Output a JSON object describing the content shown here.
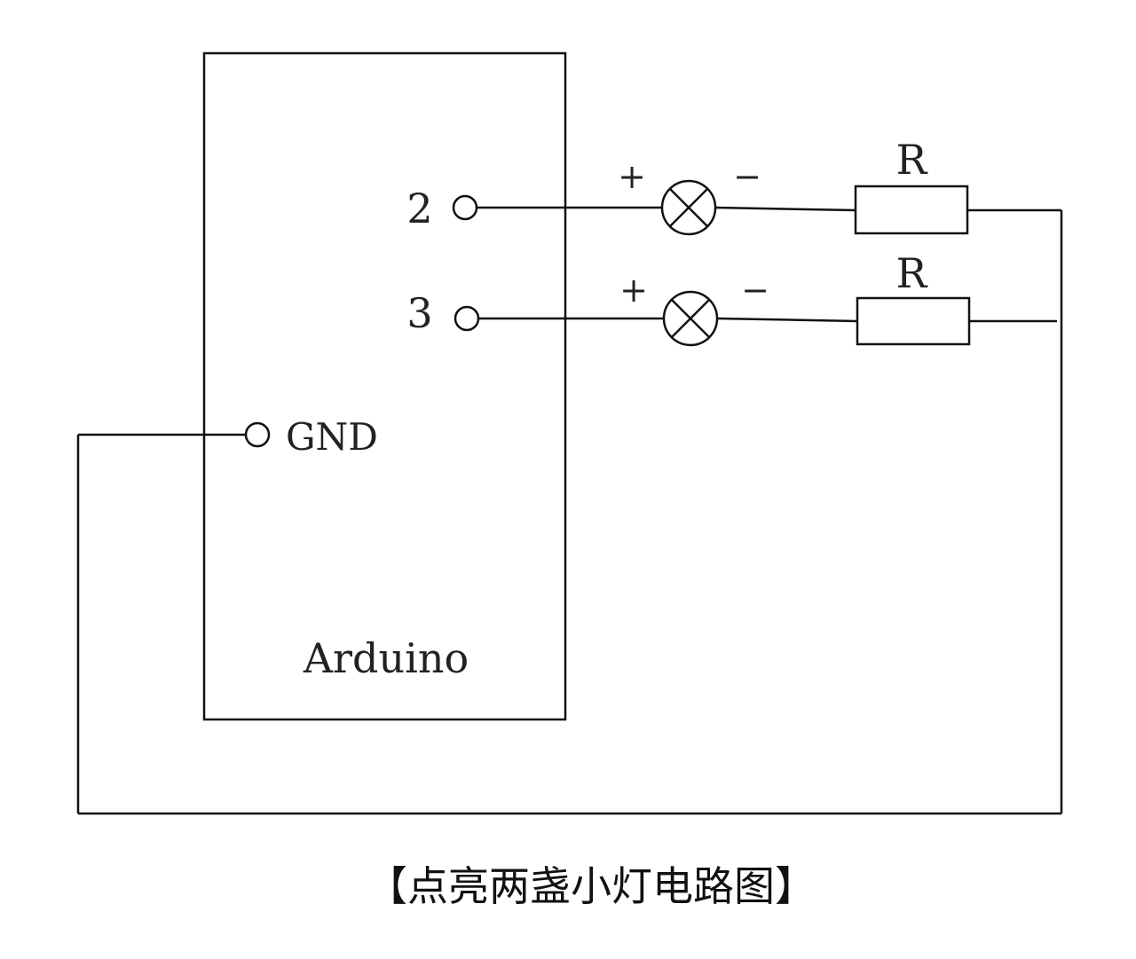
{
  "diagram": {
    "board_label": "Arduino",
    "pins": {
      "pin2": "2",
      "pin3": "3",
      "gnd": "GND"
    },
    "branches": [
      {
        "plus": "+",
        "minus": "−",
        "resistor": "R"
      },
      {
        "plus": "+",
        "minus": "−",
        "resistor": "R"
      }
    ],
    "caption": "【点亮两盏小灯电路图】"
  },
  "colors": {
    "line": "#111111",
    "text": "#222222",
    "background": "#ffffff"
  }
}
